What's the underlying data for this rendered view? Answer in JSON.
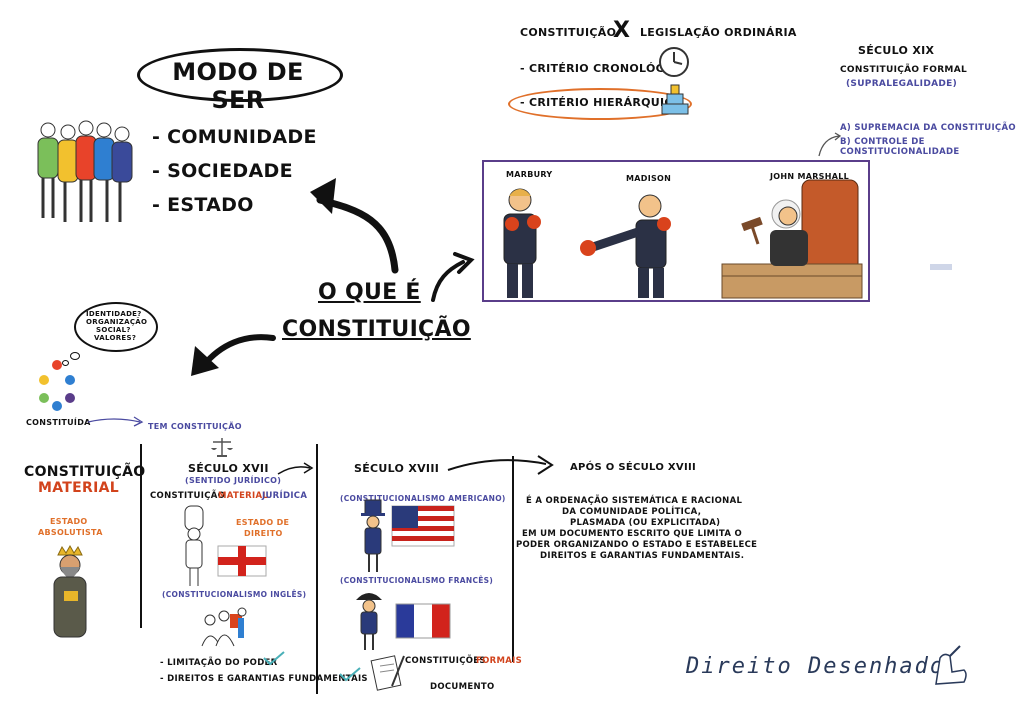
{
  "modo_de_ser": {
    "title": "MODO DE SER",
    "items": [
      "- COMUNIDADE",
      "- SOCIEDADE",
      "- ESTADO"
    ]
  },
  "top": {
    "constituicao": "CONSTITUIÇÃO",
    "x": "X",
    "legislacao": "LEGISLAÇÃO ORDINÁRIA",
    "criterio_cronologico": "- CRITÉRIO CRONOLÓGICO",
    "criterio_hierarquico": "- CRITÉRIO HIERÁRQUICO"
  },
  "seculo_xix": {
    "title": "SÉCULO XIX",
    "subtitle": "CONSTITUIÇÃO FORMAL",
    "note": "(SUPRALEGALIDADE)",
    "points": [
      "A) SUPREMACIA DA CONSTITUIÇÃO",
      "B) CONTROLE DE CONSTITUCIONALIDADE"
    ]
  },
  "marbury_panel": {
    "marbury": "MARBURY",
    "madison": "MADISON",
    "marshall": "JOHN MARSHALL"
  },
  "center": {
    "line1": "O QUE É",
    "line2": "CONSTITUIÇÃO"
  },
  "thought_bubble": {
    "lines": [
      "IDENTIDADE?",
      "ORGANIZAÇÃO",
      "SOCIAL?",
      "VALORES?"
    ]
  },
  "constituida": "CONSTITUÍDA",
  "tem_constituicao": "TEM CONSTITUIÇÃO",
  "constituicao_material": {
    "line1": "CONSTITUIÇÃO",
    "line2": "MATERIAL",
    "estado": "ESTADO",
    "absolutista": "ABSOLUTISTA"
  },
  "seculo_xvii": {
    "title": "SÉCULO XVII",
    "note": "(SENTIDO JURÍDICO)",
    "c1": "CONSTITUIÇÃO",
    "c2": "MATERIAL",
    "c3": "JURÍDICA",
    "estado_de": "ESTADO DE",
    "direito": "DIREITO",
    "ingles": "(CONSTITUCIONALISMO INGLÊS)",
    "limitacao": "- LIMITAÇÃO DO PODER",
    "direitos": "- DIREITOS E GARANTIAS FUNDAMENTAIS"
  },
  "seculo_xviii": {
    "title": "SÉCULO XVIII",
    "americano": "(CONSTITUCIONALISMO AMERICANO)",
    "frances": "(CONSTITUCIONALISMO FRANCÊS)",
    "formais1": "CONSTITUIÇÕES",
    "formais2": "FORMAIS",
    "documento": "DOCUMENTO"
  },
  "apos": {
    "title": "APÓS O SÉCULO XVIII",
    "definition": [
      "É A ORDENAÇÃO SISTEMÁTICA E RACIONAL",
      "DA COMUNIDADE POLÍTICA,",
      "PLASMADA (OU EXPLICITADA)",
      "EM UM DOCUMENTO ESCRITO QUE LIMITA O",
      "PODER ORGANIZANDO O ESTADO E ESTABELECE",
      "DIREITOS E GARANTIAS FUNDAMENTAIS."
    ]
  },
  "brand": "Direito Desenhado",
  "colors": {
    "accent": "#e0702a",
    "blue": "#4a4aa0",
    "purple": "#5a3d8a"
  }
}
